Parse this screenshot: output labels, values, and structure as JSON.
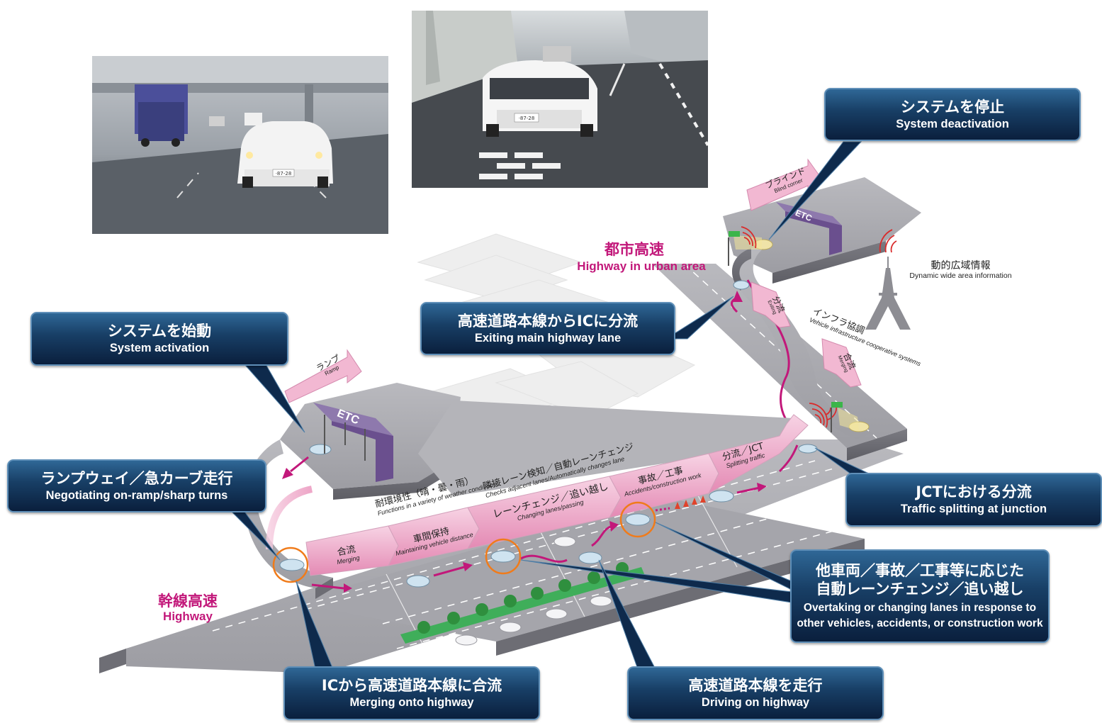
{
  "callouts": {
    "system_activation": {
      "ja": "システムを始動",
      "en": "System activation"
    },
    "system_deactivation": {
      "ja": "システムを停止",
      "en": "System deactivation"
    },
    "exiting": {
      "ja": "高速道路本線からICに分流",
      "en": "Exiting  main highway lane"
    },
    "ramp": {
      "ja": "ランプウェイ／急カーブ走行",
      "en": "Negotiating on-ramp/sharp turns"
    },
    "jct": {
      "ja": "JCTにおける分流",
      "en": "Traffic splitting at junction"
    },
    "overtaking": {
      "ja1": "他車両／事故／工事等に応じた",
      "ja2": "自動レーンチェンジ／追い越し",
      "en1": "Overtaking or changing lanes in response to",
      "en2": "other vehicles, accidents, or construction work"
    },
    "merging": {
      "ja": "ICから高速道路本線に合流",
      "en": "Merging onto highway"
    },
    "driving": {
      "ja": "高速道路本線を走行",
      "en": "Driving on highway"
    }
  },
  "areas": {
    "urban": {
      "ja": "都市高速",
      "en": "Highway in urban area"
    },
    "highway": {
      "ja": "幹線高速",
      "en": "Highway"
    }
  },
  "road_signs": {
    "ramp": {
      "ja": "ランプ",
      "en": "Ramp"
    },
    "blind": {
      "ja": "ブラインド",
      "en": "Blind corner"
    },
    "exiting": {
      "ja": "分流",
      "en": "Exiting"
    },
    "merging_right": {
      "ja": "合流",
      "en": "Merging"
    },
    "etc": "ETC"
  },
  "route_segments": [
    {
      "ja": "合流",
      "en": "Merging"
    },
    {
      "ja": "車間保持",
      "en": "Maintaining vehicle distance"
    },
    {
      "ja": "レーンチェンジ／追い越し",
      "en": "Changing lanes/passing"
    },
    {
      "ja": "事故／工事",
      "en": "Accidents/construction work"
    },
    {
      "ja": "分流／JCT",
      "en": "Splitting traffic"
    }
  ],
  "annotations": {
    "weather": {
      "ja": "耐環境性（晴・曇・雨）",
      "en": "Functions in a variety of weather conditions"
    },
    "lane_detect": {
      "ja": "隣接レーン検知／自動レーンチェンジ",
      "en": "Checks adjacent lanes/Automatically changes lane"
    },
    "infra": {
      "ja": "インフラ協調",
      "en": "Vehicle infrastructure cooperative systems"
    },
    "dynamic": {
      "ja": "動的広域情報",
      "en": "Dynamic wide area information"
    }
  },
  "photo_plates": {
    "car1": "·87-28",
    "car2": "·87-28"
  },
  "colors": {
    "pink": "#c2187a",
    "callout_dark": "#0a1f3d",
    "callout_light": "#2f6796",
    "road": "#a9a9ae",
    "sign_pink": "#f2b8d2",
    "etc_purple": "#6a4f8e"
  }
}
